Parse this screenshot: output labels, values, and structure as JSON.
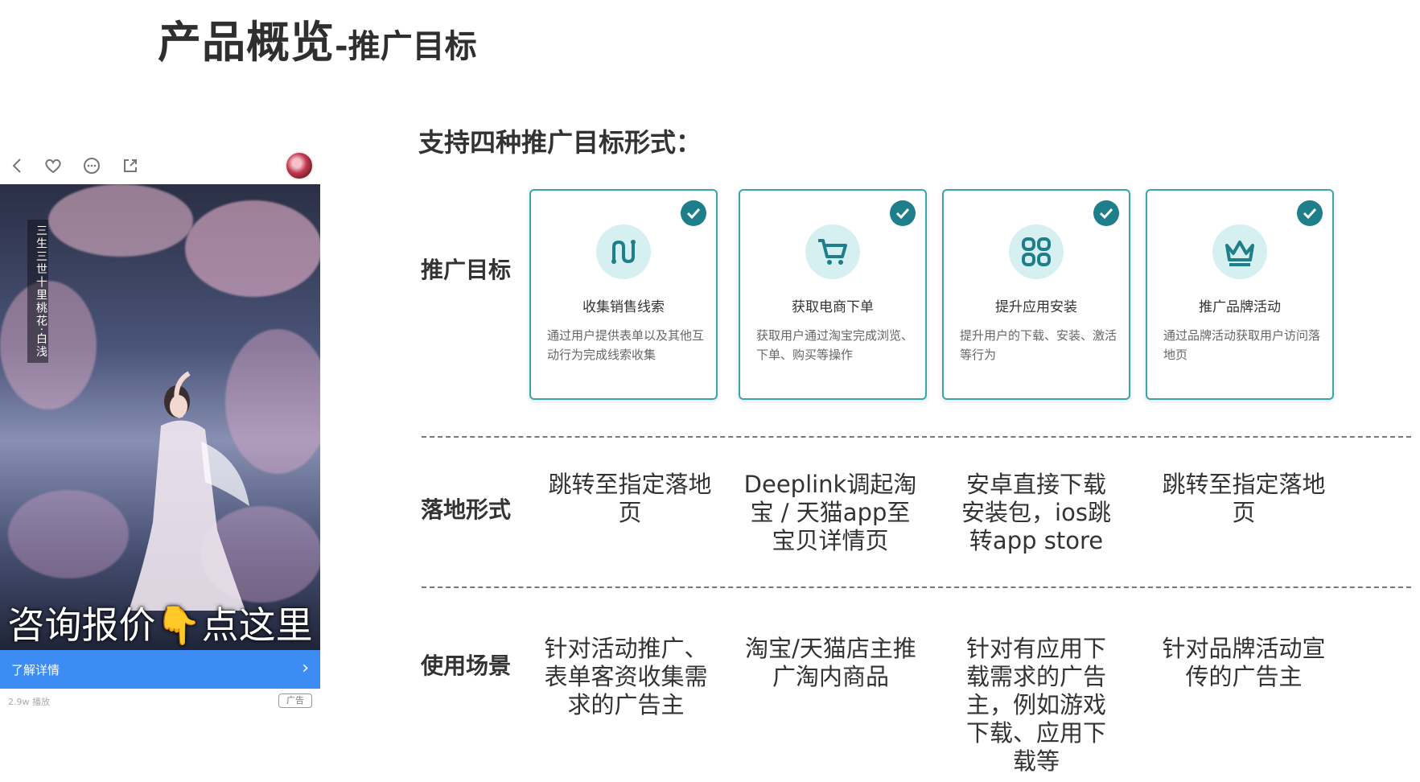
{
  "title": {
    "main": "产品概览",
    "sub": "-推广目标"
  },
  "phone": {
    "vertical_text": "三生三世十里桃花·白浅",
    "overlay": "咨询报价👇点这里",
    "detail_label": "了解详情",
    "detail_chevron": "›",
    "views": "2.9w 播放",
    "ad_badge": "广告",
    "icons": [
      "back-icon",
      "heart-icon",
      "comment-icon",
      "share-icon"
    ]
  },
  "subtitle": "支持四种推广目标形式：",
  "rows": {
    "goal": "推广目标",
    "landing": "落地形式",
    "scenario": "使用场景"
  },
  "accent_color": "#1e7f8a",
  "cards": [
    {
      "icon": "route-icon",
      "title": "收集销售线索",
      "desc": "通过用户提供表单以及其他互动行为完成线索收集"
    },
    {
      "icon": "cart-icon",
      "title": "获取电商下单",
      "desc": "获取用户通过淘宝完成浏览、下单、购买等操作"
    },
    {
      "icon": "apps-icon",
      "title": "提升应用安装",
      "desc": "提升用户的下载、安装、激活等行为"
    },
    {
      "icon": "crown-icon",
      "title": "推广品牌活动",
      "desc": "通过品牌活动获取用户访问落地页"
    }
  ],
  "landing": [
    "跳转至指定落地页",
    "Deeplink调起淘宝 / 天猫app至宝贝详情页",
    "安卓直接下载安装包，ios跳转app store",
    "跳转至指定落地页"
  ],
  "scenarios": [
    "针对活动推广、表单客资收集需求的广告主",
    "淘宝/天猫店主推广淘内商品",
    "针对有应用下载需求的广告主，例如游戏下载、应用下载等",
    "针对品牌活动宣传的广告主"
  ]
}
